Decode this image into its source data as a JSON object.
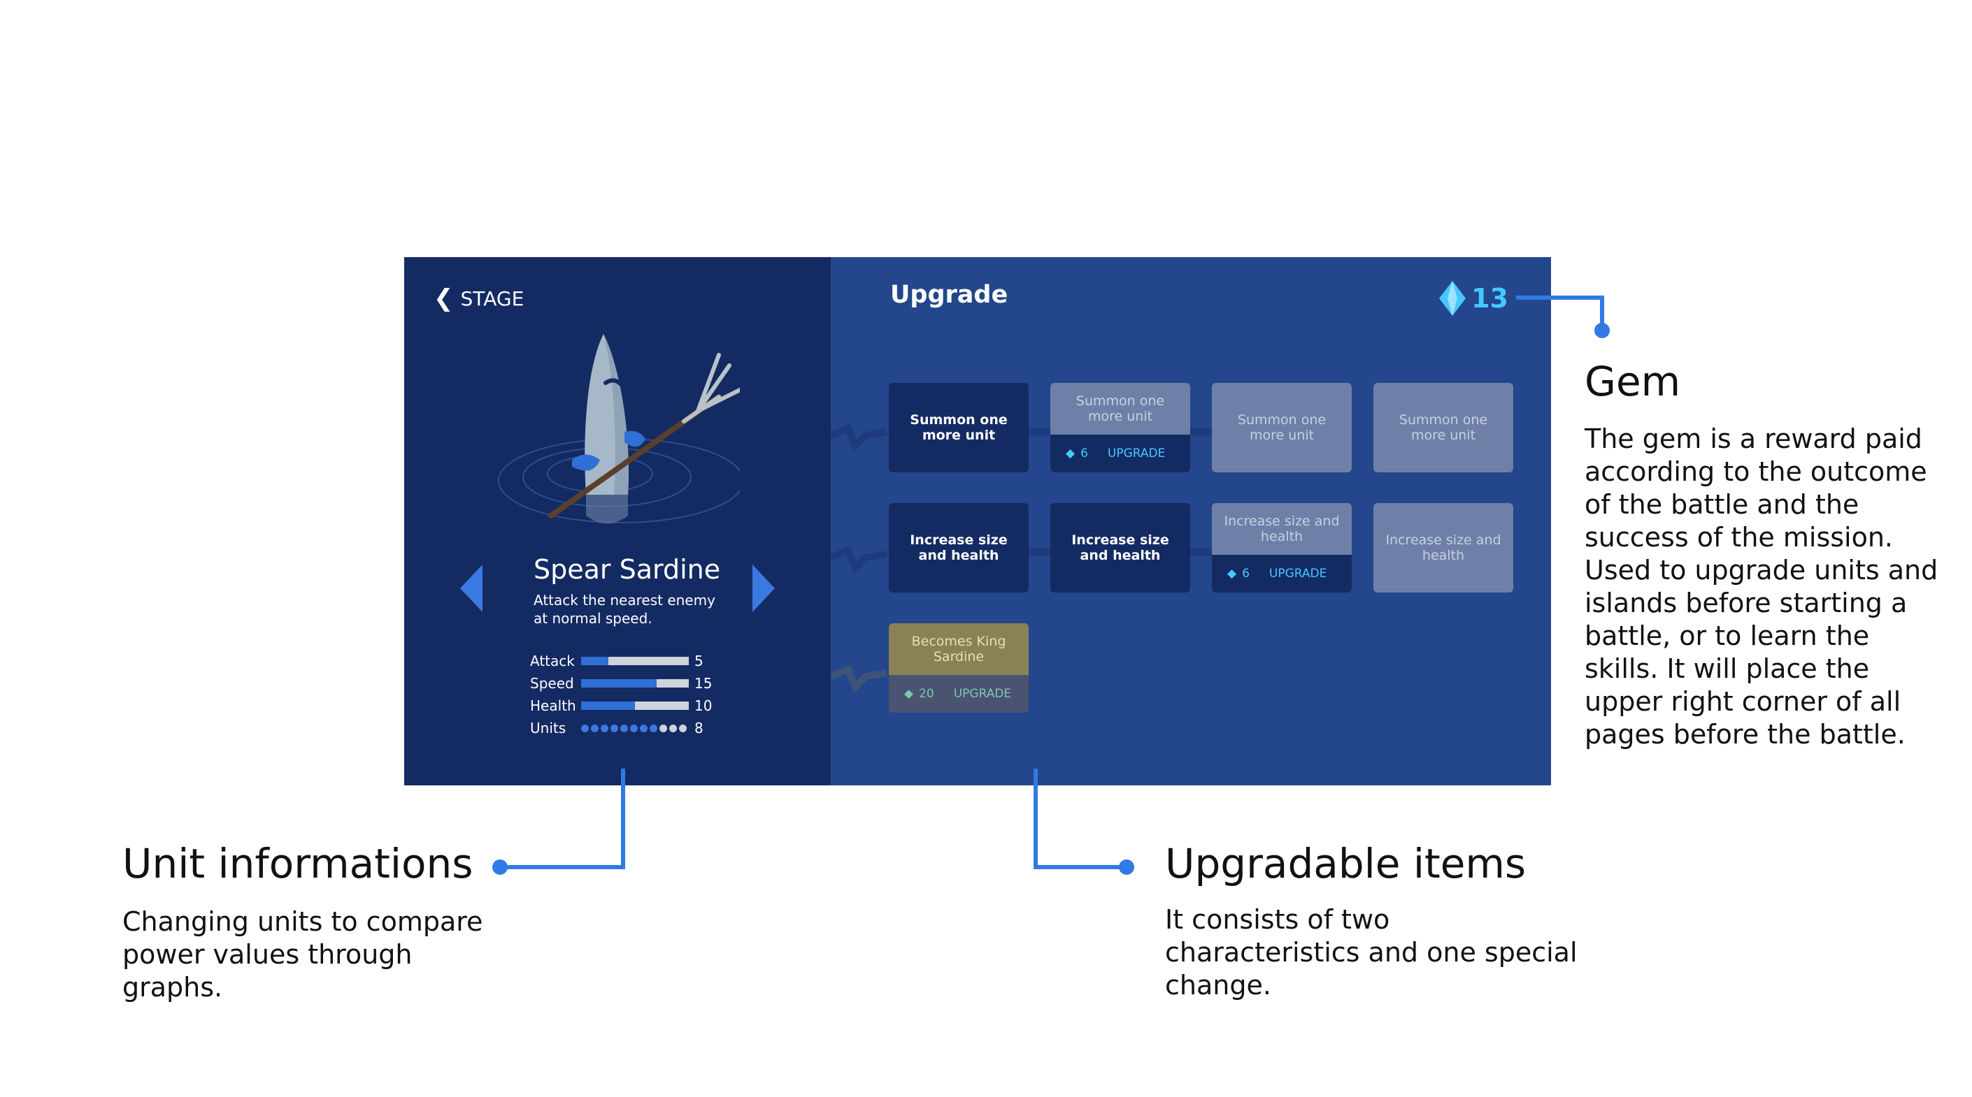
{
  "game": {
    "back_label": "STAGE",
    "title": "Upgrade",
    "gem_count": "13",
    "unit": {
      "name": "Spear Sardine",
      "description": "Attack the nearest enemy at normal speed.",
      "stats": [
        {
          "label": "Attack",
          "value": "5",
          "level": 0.25
        },
        {
          "label": "Speed",
          "value": "15",
          "level": 0.7
        },
        {
          "label": "Health",
          "value": "10",
          "level": 0.5
        }
      ],
      "units": {
        "label": "Units",
        "value": "8",
        "filled": 8,
        "total": 11
      }
    },
    "upgrade_rows": [
      [
        {
          "text": "Summon one more unit",
          "state": "owned"
        },
        {
          "text": "Summon one more unit",
          "state": "available",
          "cost": "6",
          "action": "UPGRADE"
        },
        {
          "text": "Summon one more unit",
          "state": "locked"
        },
        {
          "text": "Summon one more unit",
          "state": "locked"
        }
      ],
      [
        {
          "text": "Increase size and health",
          "state": "owned"
        },
        {
          "text": "Increase size and health",
          "state": "owned"
        },
        {
          "text": "Increase size and health",
          "state": "available",
          "cost": "6",
          "action": "UPGRADE"
        },
        {
          "text": "Increase size and health",
          "state": "locked"
        }
      ],
      [
        {
          "text": "Becomes King Sardine",
          "state": "special",
          "cost": "20",
          "action": "UPGRADE"
        }
      ]
    ],
    "colors": {
      "panel": "#23468c",
      "left_panel": "#142a62",
      "accent": "#46c8ff",
      "arrow": "#3a7ae0"
    }
  },
  "annotations": {
    "gem": {
      "title": "Gem",
      "body": "The gem is a reward paid according to the outcome of the battle and the success of the mission. Used to upgrade units and islands before starting a battle, or to learn the skills. It will place the upper right corner of all pages before the battle."
    },
    "unit_info": {
      "title": "Unit informations",
      "body": "Changing units to compare power values through graphs."
    },
    "upgradable": {
      "title": "Upgradable items",
      "body": "It consists of two characteristics and one special change."
    },
    "line_color": "#2f7ae5"
  }
}
